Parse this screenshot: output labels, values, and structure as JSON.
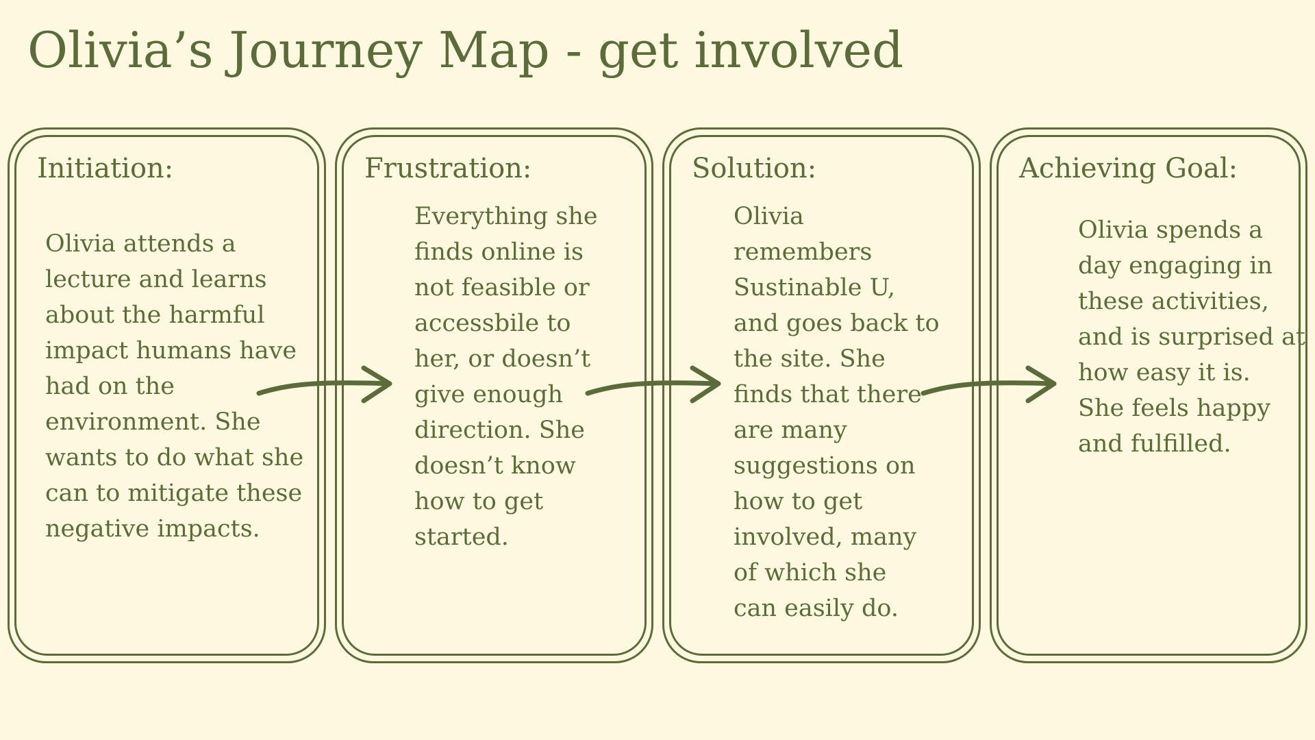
{
  "title": "Olivia’s Journey Map - get involved",
  "colors": {
    "background": "#fdf9e1",
    "accent": "#5c6b3a"
  },
  "stages": [
    {
      "heading": "Initiation:",
      "text": "Olivia attends a\nlecture and learns\nabout the harmful\nimpact humans have\nhad on the\nenvironment. She\nwants to do what she\ncan to mitigate these\nnegative impacts."
    },
    {
      "heading": "Frustration:",
      "text": "Everything she\nfinds online is\nnot feasible or\naccessbile to\nher, or doesn’t\ngive enough\ndirection. She\ndoesn’t know\nhow to get\nstarted."
    },
    {
      "heading": "Solution:",
      "text": "Olivia\nremembers\nSustinable U,\nand goes back to\nthe site. She\nfinds that there\nare many\nsuggestions on\nhow to get\ninvolved, many\nof which she\ncan easily do."
    },
    {
      "heading": "Achieving Goal:",
      "text": "Olivia spends a\nday engaging in\nthese activities,\nand is surprised at\nhow easy it is.\nShe feels happy\nand fulfilled."
    }
  ],
  "connectors": [
    {
      "from": "Initiation:",
      "to": "Frustration:"
    },
    {
      "from": "Frustration:",
      "to": "Solution:"
    },
    {
      "from": "Solution:",
      "to": "Achieving Goal:"
    }
  ]
}
